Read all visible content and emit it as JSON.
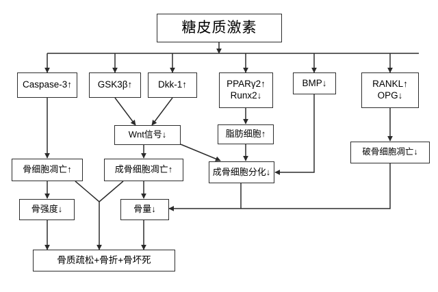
{
  "diagram": {
    "title": "糖皮质激素",
    "background_color": "#ffffff",
    "stroke_color": "#2b2b2b",
    "nodes": {
      "root": "糖皮质激素",
      "caspase3": "Caspase-3↑",
      "gsk3b": "GSK3β↑",
      "dkk1": "Dkk-1↑",
      "ppar_line1": "PPARγ2↑",
      "ppar_line2": "Runx2↓",
      "bmp": "BMP↓",
      "rankl_line1": "RANKL↑",
      "rankl_line2": "OPG↓",
      "wnt": "Wnt信号↓",
      "adipocyte": "脂肪细胞↑",
      "osteoclast_apoptosis": "破骨细胞凋亡↓",
      "osteocyte_apoptosis": "骨细胞凋亡↑",
      "osteoblast_apoptosis": "成骨细胞凋亡↑",
      "osteoblast_diff": "成骨细胞分化↓",
      "bone_strength": "骨强度↓",
      "bone_mass": "骨量↓",
      "outcome": "骨质疏松+骨折+骨坏死"
    }
  }
}
